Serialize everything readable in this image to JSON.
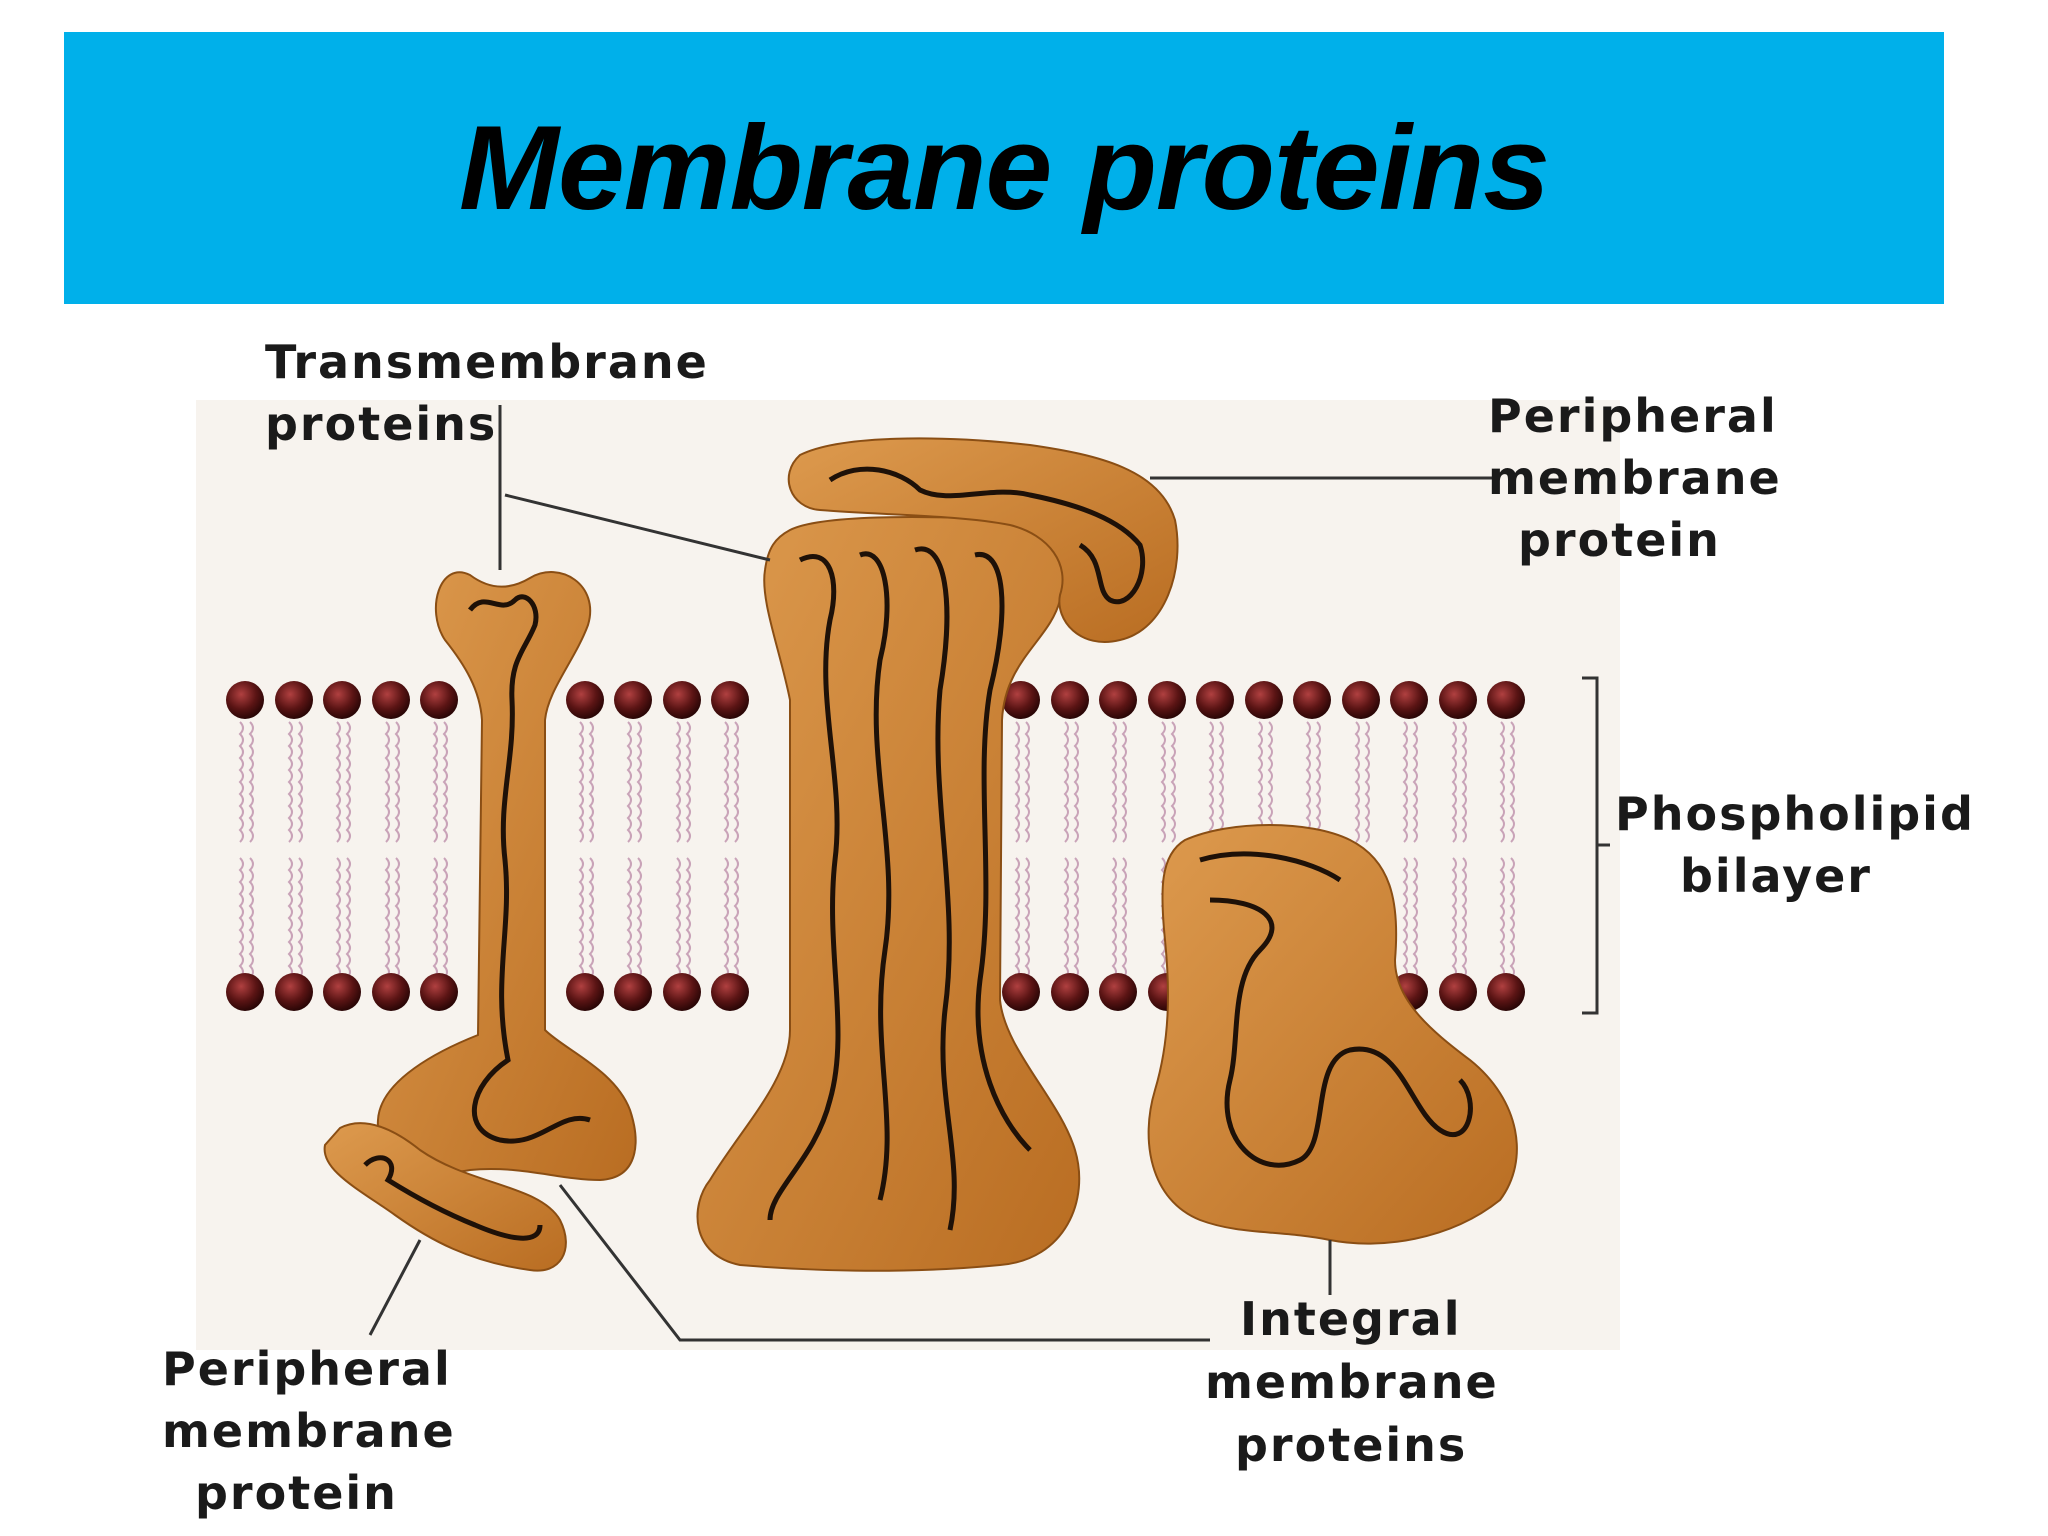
{
  "title": "Membrane proteins",
  "colors": {
    "title_bar": "#00b0ea",
    "protein_fill": "#c47a2c",
    "lipid_head": "#5a1414",
    "lipid_tail": "#c9a3b8",
    "diagram_bg": "#f7f3ee"
  },
  "labels": {
    "transmembrane": [
      "Transmembrane",
      "proteins"
    ],
    "peripheral_top": [
      "Peripheral",
      "membrane",
      "protein"
    ],
    "phospholipid": [
      "Phospholipid",
      "bilayer"
    ],
    "peripheral_bottom": [
      "Peripheral",
      "membrane",
      "protein"
    ],
    "integral": [
      "Integral",
      "membrane",
      "proteins"
    ]
  }
}
